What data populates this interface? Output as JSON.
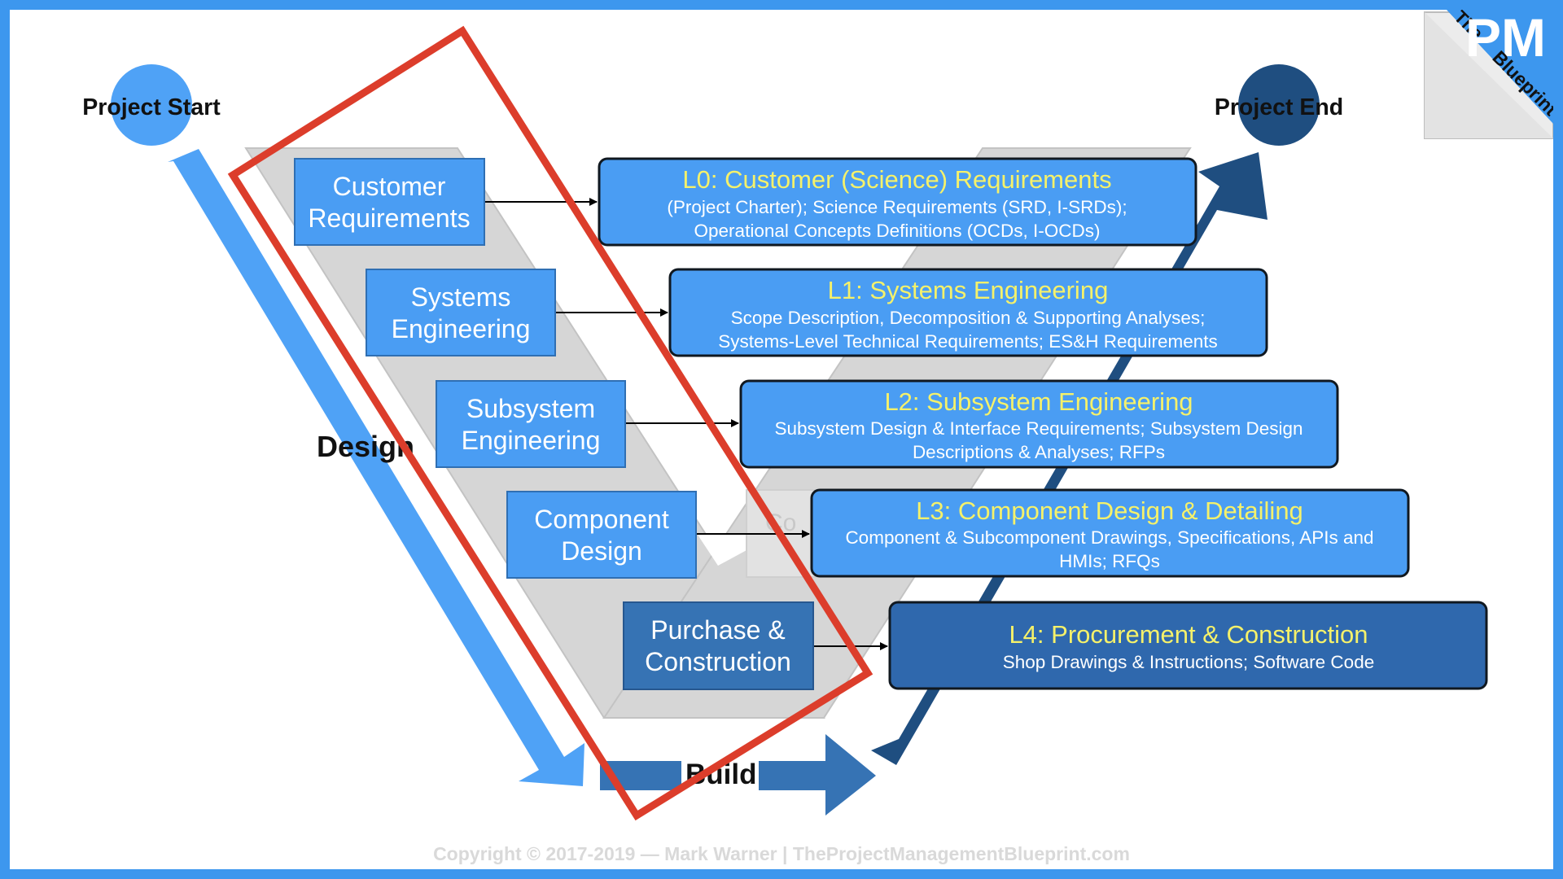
{
  "start_label": "Project Start",
  "end_label": "Project End",
  "design_label": "Design",
  "build_label": "Build",
  "hidden_fragment": "Co",
  "logo": {
    "word1": "The",
    "word2": "PM",
    "word3": "Blueprint"
  },
  "design_boxes": [
    {
      "line1": "Customer",
      "line2": "Requirements"
    },
    {
      "line1": "Systems",
      "line2": "Engineering"
    },
    {
      "line1": "Subsystem",
      "line2": "Engineering"
    },
    {
      "line1": "Component",
      "line2": "Design"
    },
    {
      "line1": "Purchase &",
      "line2": "Construction"
    }
  ],
  "levels": [
    {
      "title": "L0: Customer (Science) Requirements",
      "desc1": "(Project Charter); Science Requirements (SRD, I-SRDs);",
      "desc2": "Operational Concepts Definitions (OCDs, I-OCDs)"
    },
    {
      "title": "L1: Systems Engineering",
      "desc1": "Scope Description, Decomposition & Supporting Analyses;",
      "desc2": "Systems-Level Technical Requirements; ES&H Requirements"
    },
    {
      "title": "L2: Subsystem Engineering",
      "desc1": "Subsystem Design & Interface Requirements; Subsystem Design",
      "desc2": "Descriptions & Analyses; RFPs"
    },
    {
      "title": "L3: Component Design & Detailing",
      "desc1": "Component & Subcomponent Drawings, Specifications, APIs and",
      "desc2": "HMIs; RFQs"
    },
    {
      "title": "L4: Procurement & Construction",
      "desc1": "Shop Drawings & Instructions; Software Code",
      "desc2": ""
    }
  ],
  "copyright": "Copyright © 2017-2019 — Mark Warner | TheProjectManagementBlueprint.com",
  "colors": {
    "frame": "#3d97ee",
    "box": "#4a9df3",
    "box_dark": "#3673b4",
    "level_dark": "#2f68ad",
    "highlight": "#dc3d2b",
    "title_yellow": "#f5f16a",
    "rise_arrow": "#1f4e80",
    "gray_band": "#d6d6d6"
  }
}
